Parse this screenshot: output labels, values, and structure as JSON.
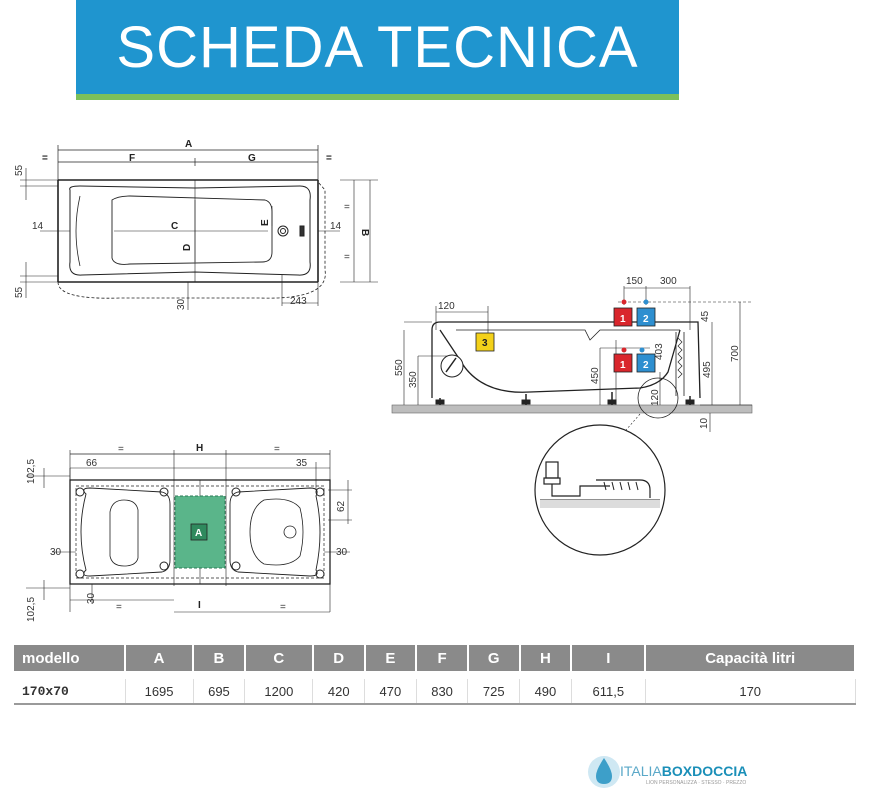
{
  "banner": {
    "title": "SCHEDA TECNICA"
  },
  "top_view": {
    "labels": {
      "A": "A",
      "F": "F",
      "G": "G",
      "B": "B",
      "C": "C",
      "D": "D",
      "E": "E",
      "eq": "="
    },
    "dims": {
      "d55_top": "55",
      "d55_bot": "55",
      "d14_left": "14",
      "d14_right": "14",
      "d30": "30",
      "d243": "243"
    }
  },
  "side_view": {
    "dims": {
      "d150": "150",
      "d300": "300",
      "d120_top": "120",
      "d45": "45",
      "d550": "550",
      "d350": "350",
      "d403": "403",
      "d450": "450",
      "d495": "495",
      "d700": "700",
      "d120_low": "120",
      "d10": "10"
    },
    "badges": {
      "b1": "1",
      "b2": "2",
      "b3": "3"
    }
  },
  "bottom_view": {
    "labels": {
      "H": "H",
      "I": "I",
      "A": "A",
      "eq": "="
    },
    "dims": {
      "d102_top": "102,5",
      "d102_bot": "102,5",
      "d66": "66",
      "d35": "35",
      "d62": "62",
      "d30_left": "30",
      "d30_right": "30",
      "d30_bottom": "30"
    }
  },
  "spec_table": {
    "headers": [
      "modello",
      "A",
      "B",
      "C",
      "D",
      "E",
      "F",
      "G",
      "H",
      "I",
      "Capacità litri"
    ],
    "rows": [
      [
        "170x70",
        "1695",
        "695",
        "1200",
        "420",
        "470",
        "830",
        "725",
        "490",
        "611,5",
        "170"
      ]
    ]
  },
  "logo": {
    "italia": "ITALIA",
    "boxdoccia": "BOXDOCCIA",
    "subtitle": "LION PERSONALIZZA · STESSO · PREZZO"
  },
  "colors": {
    "banner": "#1f95cf",
    "banner_stripe": "#7cc05a",
    "badge_red": "#d9262c",
    "badge_blue": "#2e8fd0",
    "badge_yellow": "#f3d11a",
    "zone_green": "#5ab58a",
    "table_header": "#8a8a8a"
  }
}
